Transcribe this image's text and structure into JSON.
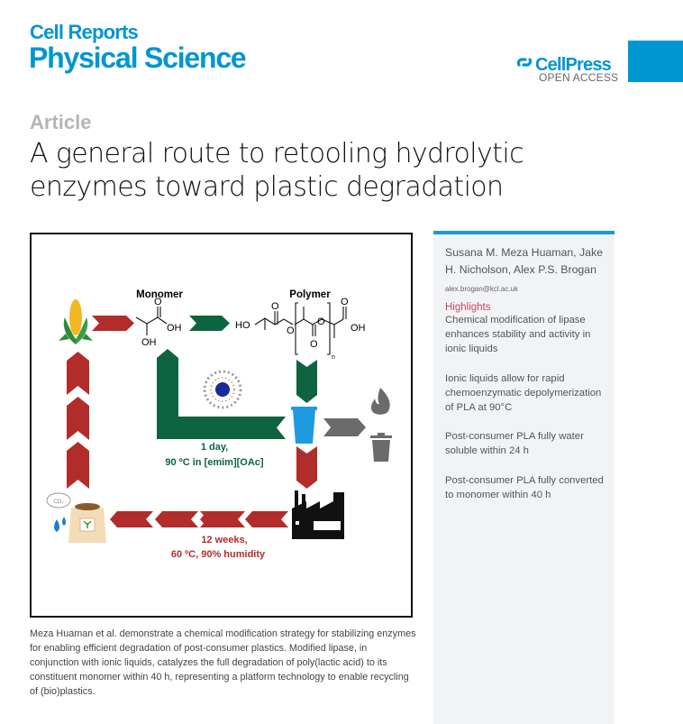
{
  "header": {
    "journal_line1": "Cell Reports",
    "journal_line2": "Physical Science",
    "publisher": "CellPress",
    "access": "OPEN ACCESS"
  },
  "article_type": "Article",
  "title": "A general route to retooling hydrolytic enzymes toward plastic degradation",
  "graphical_abstract": {
    "monomer_label": "Monomer",
    "polymer_label": "Polymer",
    "oh": "OH",
    "ho": "HO",
    "o": "O",
    "n": "n",
    "co2": "CO₂",
    "green_line1": "1 day,",
    "green_line2": "90 ºC in [emim][OAc]",
    "red_line1": "12 weeks,",
    "red_line2": "60 ºC, 90% humidity",
    "colors": {
      "red": "#b22c2b",
      "green": "#0e6340",
      "gray": "#6b6b6b",
      "cup": "#1e9be0"
    }
  },
  "sidebar": {
    "authors": "Susana M. Meza Huaman, Jake H. Nicholson, Alex P.S. Brogan",
    "email": "alex.brogan@kcl.ac.uk",
    "highlights_heading": "Highlights",
    "highlights": [
      "Chemical modification of lipase enhances stability and activity in ionic liquids",
      "Ionic liquids allow for rapid chemoenzymatic depolymerization of PLA at 90°C",
      "Post-consumer PLA fully water soluble within 24 h",
      "Post-consumer PLA fully converted to monomer within 40 h"
    ]
  },
  "summary": "Meza Huaman et al. demonstrate a chemical modification strategy for stabilizing enzymes for enabling efficient degradation of post-consumer plastics. Modified lipase, in conjunction with ionic liquids, catalyzes the full degradation of poly(lactic acid) to its constituent monomer within 40 h, representing a platform technology to enable recycling of (bio)plastics."
}
